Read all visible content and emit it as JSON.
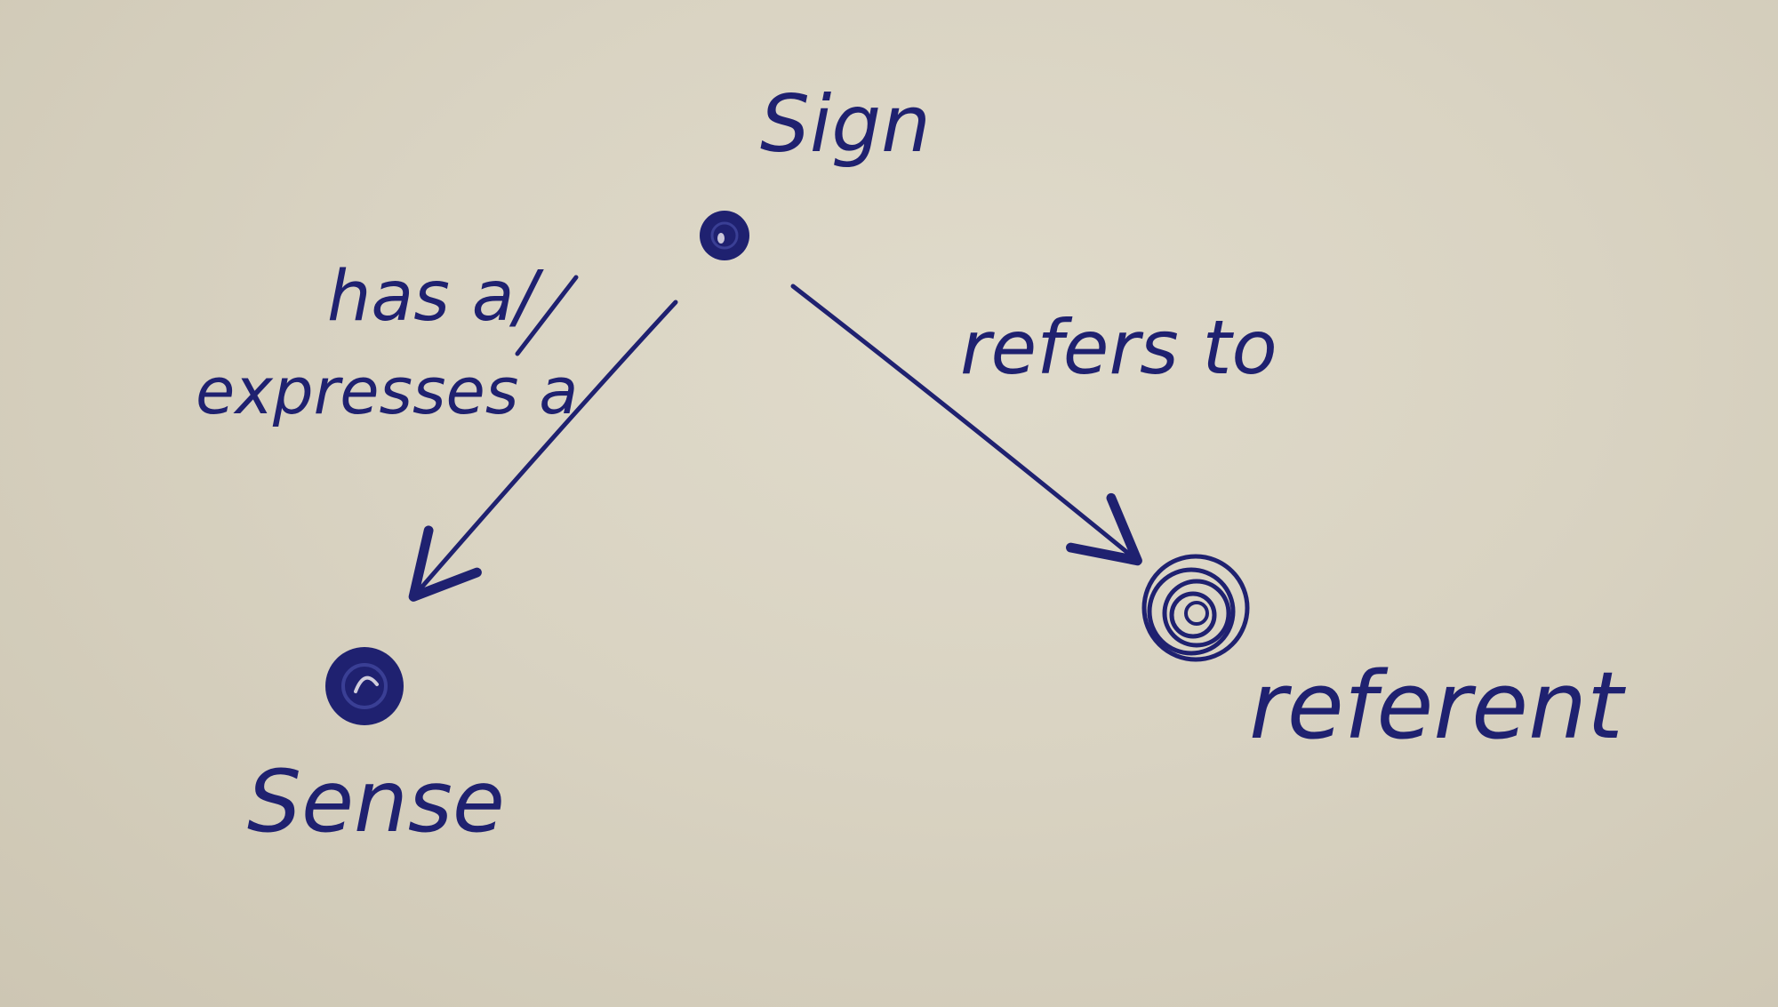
{
  "colors": {
    "paper": "#d9d3c2",
    "ink": "#1f2170"
  },
  "nodes": {
    "sign": {
      "label": "Sign"
    },
    "sense": {
      "label": "Sense"
    },
    "referent": {
      "label": "referent"
    }
  },
  "edges": {
    "sign_to_sense": {
      "label_line1": "has a/",
      "label_line2": "expresses a"
    },
    "sign_to_referent": {
      "label": "refers to"
    }
  }
}
